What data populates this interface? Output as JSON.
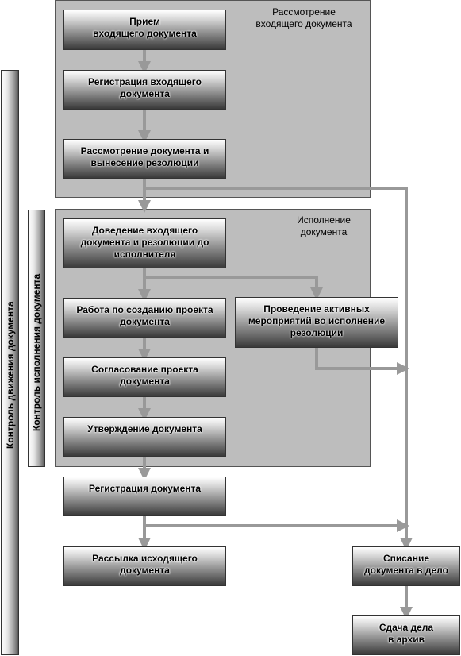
{
  "panels": {
    "incoming": "Рассмотрение\nвходящего документа",
    "execution": "Исполнение\nдокумента"
  },
  "side_labels": {
    "movement": "Контроль движения документа",
    "execution": "Контроль исполнения документа"
  },
  "boxes": {
    "receive": "Прием\nвходящего документа",
    "register_incoming": "Регистрация входящего\nдокумента",
    "review": "Рассмотрение документа и\nвынесение резолюции",
    "deliver": "Доведение входящего\nдокумента и резолюции до\nисполнителя",
    "draft": "Работа по созданию проекта\nдокумента",
    "active": "Проведение активных\nмероприятий во исполнение\nрезолюции",
    "approve_draft": "Согласование проекта\nдокумента",
    "sign": "Утверждение документа",
    "register": "Регистрация документа",
    "send": "Рассылка исходящего\nдокумента",
    "file": "Списание\nдокумента в дело",
    "archive": "Сдача дела\nв архив"
  }
}
